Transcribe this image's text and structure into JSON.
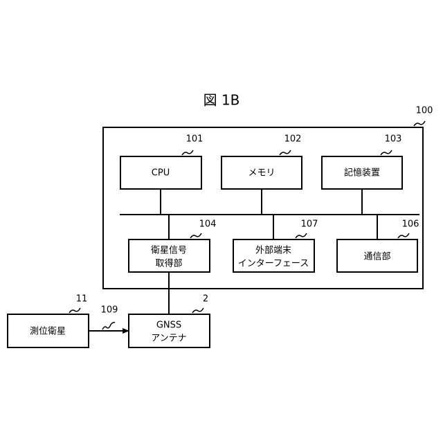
{
  "figure": {
    "title": "図 1B"
  },
  "outer_box": {
    "ref": "100"
  },
  "blocks": {
    "cpu": {
      "label": "CPU",
      "ref": "101"
    },
    "memory": {
      "label": "メモリ",
      "ref": "102"
    },
    "storage": {
      "label": "記憶装置",
      "ref": "103"
    },
    "satellite_signal": {
      "label_line1": "衛星信号",
      "label_line2": "取得部",
      "ref": "104"
    },
    "external_if": {
      "label_line1": "外部端末",
      "label_line2": "インターフェース",
      "ref": "107"
    },
    "comm": {
      "label": "通信部",
      "ref": "106"
    },
    "gnss_antenna": {
      "label_line1": "GNSS",
      "label_line2": "アンテナ",
      "ref": "2"
    },
    "positioning_satellite": {
      "label": "測位衛星",
      "ref": "11"
    }
  },
  "signal": {
    "ref": "109"
  }
}
